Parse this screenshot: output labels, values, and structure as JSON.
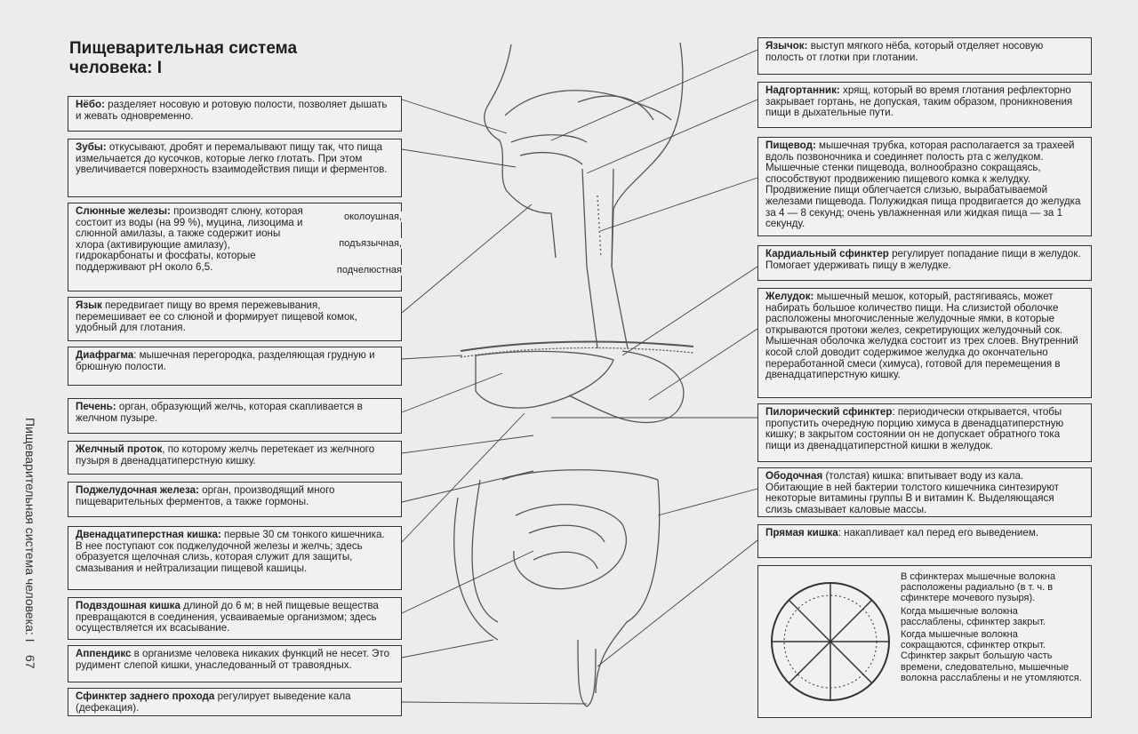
{
  "page": {
    "title_line1": "Пищеварительная система",
    "title_line2": "человека: I",
    "side_caption": "Пищеварительная система человека: I",
    "page_number": "67"
  },
  "left_boxes": [
    {
      "term": "Нёбо:",
      "text": " разделяет носовую и ротовую полости, позволяет дышать и жевать одновременно."
    },
    {
      "term": "Зубы:",
      "text": " откусывают, дробят и перемалывают пищу так, что пища измельчается до кусочков, которые легко глотать. При этом увеличивается поверхность взаимодействия пищи и ферментов."
    },
    {
      "term": "Слюнные железы:",
      "text": " производят слюну, которая состоит из воды (на 99 %), муцина, лизоцима и слюнной амилазы, а также содержит ионы хлора (активирующие амилазу), гидрокарбонаты и фосфаты, которые поддерживают pH около 6,5."
    },
    {
      "term": "Язык",
      "text": " передвигает пищу во время пережевывания, перемешивает ее со слюной и формирует пищевой комок, удобный для глотания."
    },
    {
      "term": "Диафрагма",
      "text": ": мышечная перегородка, разделяющая грудную и брюшную полости."
    },
    {
      "term": "Печень:",
      "text": " орган, образующий желчь, которая скапливается в желчном пузыре."
    },
    {
      "term": "Желчный проток",
      "text": ", по которому желчь перетекает из желчного пузыря в двенадцатиперстную кишку."
    },
    {
      "term": "Поджелудочная железа:",
      "text": " орган, производящий много пищеварительных ферментов, а также гормоны."
    },
    {
      "term": "Двенадцатиперстная кишка:",
      "text": " первые 30 см тонкого кишечника. В нее поступают сок поджелудочной железы и желчь; здесь образуется щелочная слизь, которая служит для защиты, смазывания и нейтрализации пищевой кашицы."
    },
    {
      "term": "Подвздошная кишка",
      "text": " длиной до 6 м; в ней пищевые вещества превращаются в соединения, усваиваемые организмом; здесь осуществляется их всасывание."
    },
    {
      "term": "Аппендикс",
      "text": " в организме человека никаких функций не несет. Это рудимент слепой кишки, унаследованный от травоядных."
    },
    {
      "term": "Сфинктер заднего прохода",
      "text": " регулирует выведение кала (дефекация)."
    }
  ],
  "salivary_glands": [
    "околоушная,",
    "подъязычная,",
    "подчелюстная"
  ],
  "right_boxes": [
    {
      "term": "Язычок:",
      "text": " выступ мягкого нёба, который отделяет носовую полость от глотки при глотании."
    },
    {
      "term": "Надгортанник:",
      "text": " хрящ, который во время глотания рефлекторно закрывает гортань, не допуская, таким образом, проникновения пищи в дыхательные пути."
    },
    {
      "term": "Пищевод:",
      "text": " мышечная трубка, которая располагается за трахеей вдоль позвоночника и соединяет полость рта с желудком. Мышечные стенки пищевода, волнообразно сокращаясь, способствуют продвижению пищевого комка к желудку. Продвижение пищи облегчается слизью, вырабатываемой железами пищевода. Полужидкая пища продвигается до желудка за 4 — 8 секунд; очень увлажненная или жидкая пища — за 1 секунду."
    },
    {
      "term": "Кардиальный сфинктер",
      "text": " регулирует попадание пищи в желудок. Помогает удерживать пищу в желудке."
    },
    {
      "term": "Желудок:",
      "text": " мышечный мешок, который, растягиваясь, может набирать большое количество пищи. На слизистой оболочке расположены многочисленные желудочные ямки, в которые открываются протоки желез, секретирующих желудочный сок. Мышечная оболочка желудка состоит из трех слоев. Внутренний косой слой доводит содержимое желудка до окончательно переработанной смеси (химуса), готовой для перемещения в двенадцатиперстную кишку."
    },
    {
      "term": "Пилорический сфинктер",
      "text": ": периодически открывается, чтобы пропустить очередную порцию химуса в двенадцатиперстную кишку; в закрытом состоянии он не допускает обратного тока пищи из двенадцатиперстной кишки в желудок."
    },
    {
      "term": "Ободочная",
      "text": " (толстая) кишка: впитывает воду из кала. Обитающие в ней бактерии толстого кишечника синтезируют некоторые витамины группы В и витамин К. Выделяющаяся слизь смазывает каловые массы."
    },
    {
      "term": "Прямая кишка",
      "text": ": накапливает кал перед его выведением."
    }
  ],
  "sphincter_note": {
    "p1": "В сфинктерах мышечные волокна расположены радиально (в т. ч. в сфинктере мочевого пузыря).",
    "p2": "Когда мышечные волокна расслаблены, сфинктер закрыт.",
    "p3": "Когда мышечные волокна сокращаются, сфинктер открыт. Сфинктер закрыт большую часть времени, следовательно, мышечные волокна расслаблены и не утомляются."
  }
}
